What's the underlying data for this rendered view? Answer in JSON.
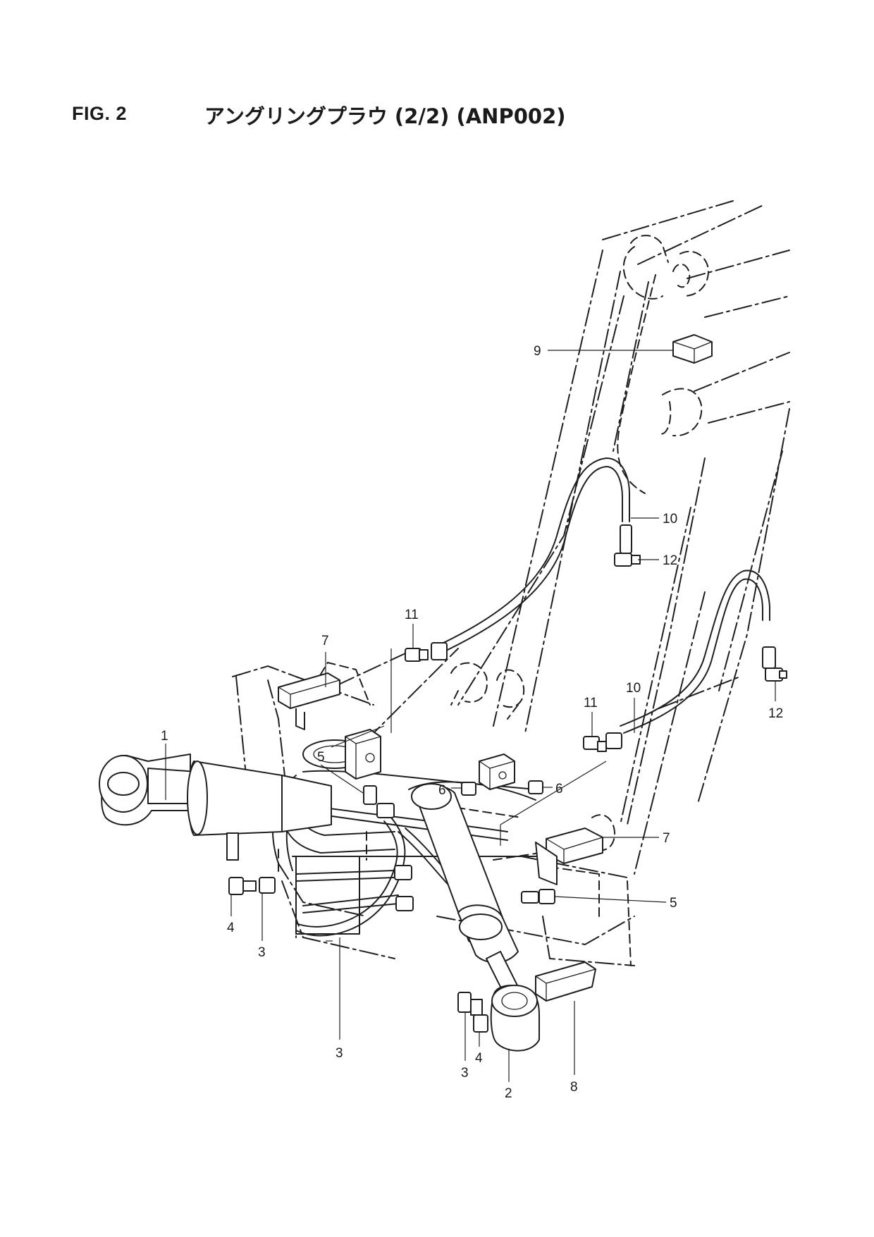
{
  "header": {
    "figure_number": "FIG. 2",
    "title": "アングリングプラウ (2/2) (ANP002)"
  },
  "callouts": [
    {
      "label": "1"
    },
    {
      "label": "2"
    },
    {
      "label": "3"
    },
    {
      "label": "3"
    },
    {
      "label": "3"
    },
    {
      "label": "4"
    },
    {
      "label": "4"
    },
    {
      "label": "5"
    },
    {
      "label": "5"
    },
    {
      "label": "6"
    },
    {
      "label": "6"
    },
    {
      "label": "7"
    },
    {
      "label": "7"
    },
    {
      "label": "8"
    },
    {
      "label": "9"
    },
    {
      "label": "10"
    },
    {
      "label": "10"
    },
    {
      "label": "11"
    },
    {
      "label": "11"
    },
    {
      "label": "12"
    },
    {
      "label": "12"
    }
  ]
}
